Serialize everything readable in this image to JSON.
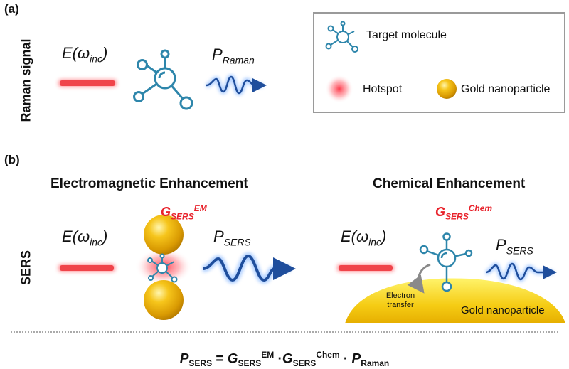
{
  "panel_a": {
    "tag": "(a)",
    "side_label": "Raman signal",
    "input_field": {
      "symbol": "E(ω",
      "subscript": "inc",
      "close": ")"
    },
    "output": {
      "symbol": "P",
      "subscript": "Raman"
    }
  },
  "legend": {
    "items": [
      {
        "icon": "target-molecule-icon",
        "label": "Target molecule"
      },
      {
        "icon": "hotspot-icon",
        "label": "Hotspot"
      },
      {
        "icon": "gold-nanoparticle-icon",
        "label": "Gold nanoparticle"
      }
    ]
  },
  "panel_b": {
    "tag": "(b)",
    "side_label": "SERS",
    "em": {
      "heading": "Electromagnetic Enhancement",
      "gain": {
        "symbol": "G",
        "subscript": "SERS",
        "superscript": "EM"
      },
      "input_field": {
        "symbol": "E(ω",
        "subscript": "inc",
        "close": ")"
      },
      "output": {
        "symbol": "P",
        "subscript": "SERS"
      }
    },
    "chem": {
      "heading": "Chemical Enhancement",
      "gain": {
        "symbol": "G",
        "subscript": "SERS",
        "superscript": "Chem"
      },
      "input_field": {
        "symbol": "E(ω",
        "subscript": "inc",
        "close": ")"
      },
      "output": {
        "symbol": "P",
        "subscript": "SERS"
      },
      "transfer_label_1": "Electron",
      "transfer_label_2": "transfer",
      "substrate_label": "Gold nanoparticle"
    }
  },
  "formula": {
    "p": "P",
    "p_sub": "SERS",
    "eq": " = ",
    "g1": "G",
    "g1_sub": "SERS",
    "g1_sup": "EM",
    "dot1": " ·",
    "g2": "G",
    "g2_sub": "SERS",
    "g2_sup": "Chem",
    "dot2": " · ",
    "p2": "P",
    "p2_sub": "Raman"
  },
  "colors": {
    "laser": "#f0444a",
    "hotspot": "#ff4b55",
    "molecule": "#2e86ab",
    "wave": "#1f4e9c",
    "gain_text": "#e8222b",
    "gold": "#f2b705"
  }
}
